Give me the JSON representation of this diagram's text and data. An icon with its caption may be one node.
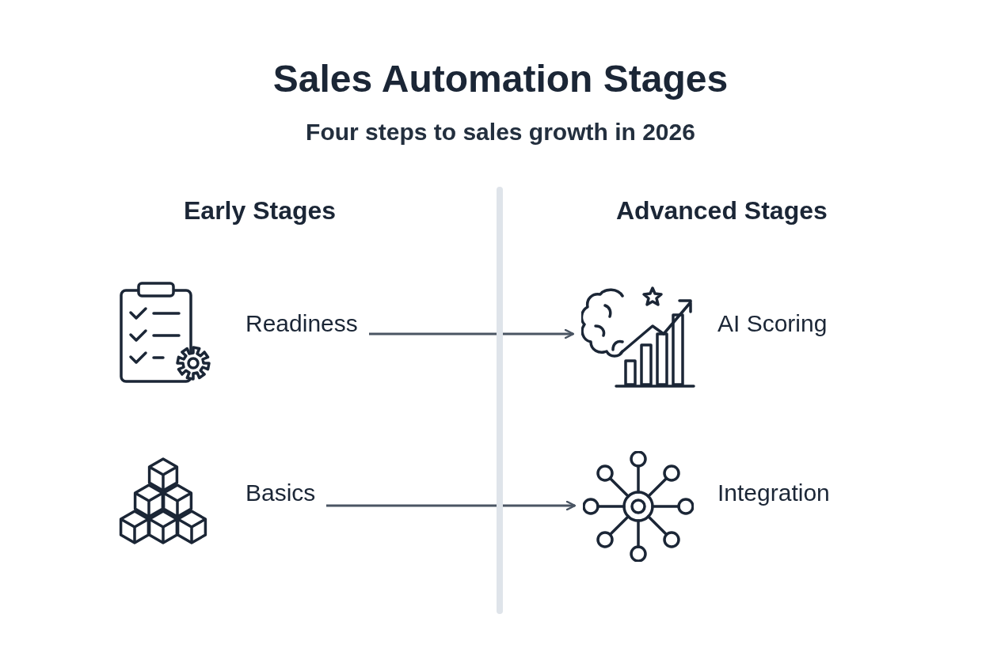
{
  "diagram": {
    "title": "Sales Automation Stages",
    "caption": "Four steps to sales growth in 2026",
    "nodes": [
      {
        "text": [
          "Readiness"
        ]
      },
      {
        "text": [
          "AI Scoring"
        ]
      },
      {
        "text": [
          "Basics"
        ]
      },
      {
        "text": [
          "Integration"
        ]
      }
    ],
    "edges": [
      {
        "from": 0,
        "to": 1,
        "arrow": "to"
      },
      {
        "from": 2,
        "to": 3,
        "arrow": "to"
      }
    ],
    "labels": [
      "Early Stages",
      "Advanced Stages"
    ]
  }
}
